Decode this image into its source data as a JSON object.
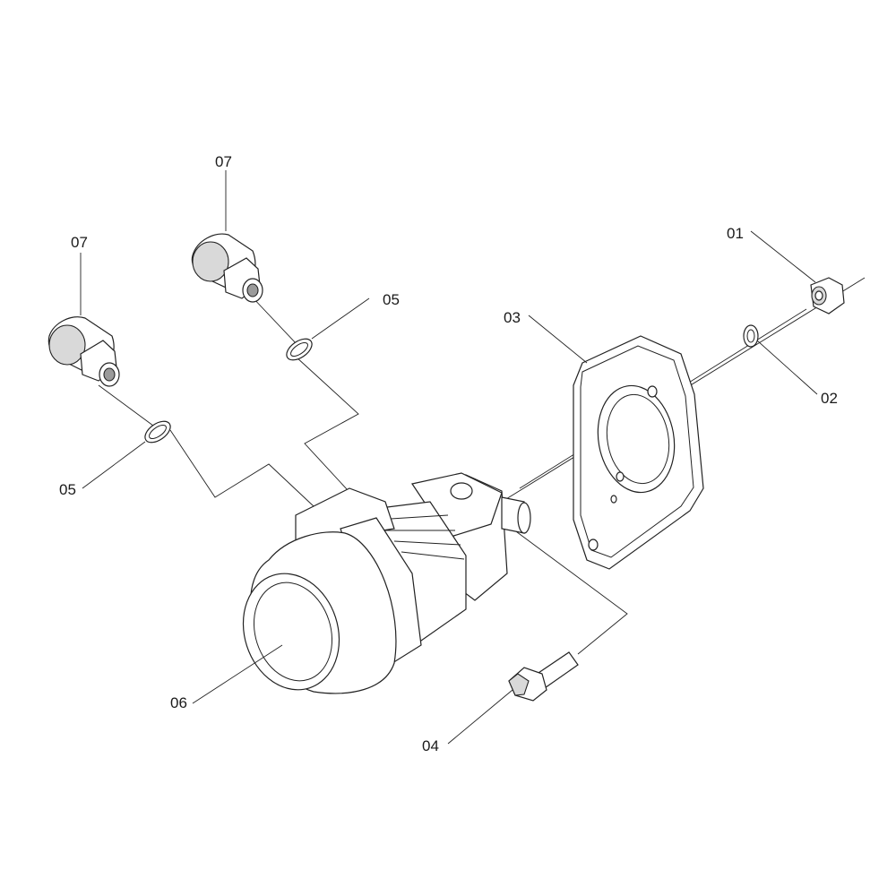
{
  "callouts": [
    {
      "id": "label-01",
      "text": "01"
    },
    {
      "id": "label-02",
      "text": "02"
    },
    {
      "id": "label-03",
      "text": "03"
    },
    {
      "id": "label-04",
      "text": "04"
    },
    {
      "id": "label-05a",
      "text": "05"
    },
    {
      "id": "label-05b",
      "text": "05"
    },
    {
      "id": "label-06",
      "text": "06"
    },
    {
      "id": "label-07a",
      "text": "07"
    },
    {
      "id": "label-07b",
      "text": "07"
    }
  ]
}
